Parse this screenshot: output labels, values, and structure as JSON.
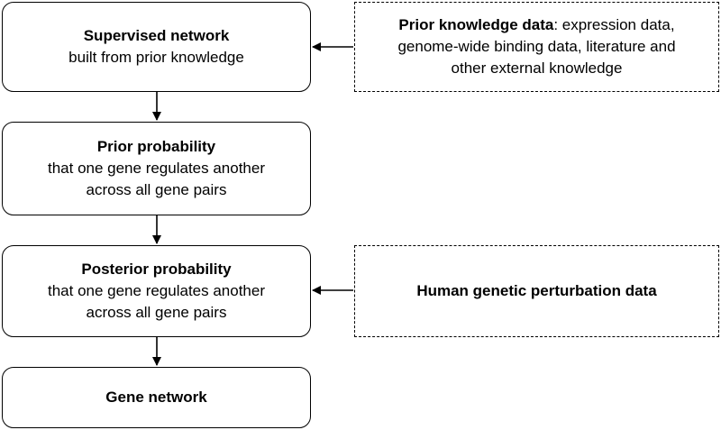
{
  "nodes": {
    "supervised_network": {
      "title": "Supervised network",
      "lines": [
        "built from prior knowledge"
      ]
    },
    "prior_knowledge": {
      "title": "Prior knowledge data",
      "rest": ": expression data,",
      "lines": [
        "genome-wide binding data, literature and",
        "other external knowledge"
      ]
    },
    "prior_probability": {
      "title": "Prior probability",
      "lines": [
        "that one gene regulates another",
        "across all gene pairs"
      ]
    },
    "posterior_probability": {
      "title": "Posterior probability",
      "lines": [
        "that one gene regulates another",
        "across all gene pairs"
      ]
    },
    "perturbation_data": {
      "title": "Human genetic perturbation data"
    },
    "gene_network": {
      "title": "Gene network"
    }
  }
}
